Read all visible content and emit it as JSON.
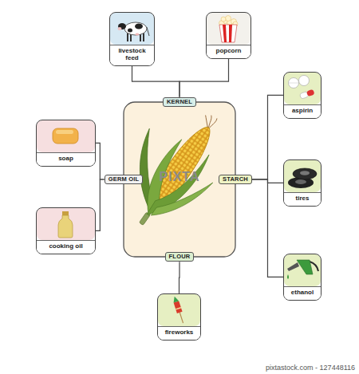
{
  "diagram": {
    "nodes": [
      {
        "text": [
          "livestock feed"
        ]
      },
      {
        "text": [
          "popcorn"
        ]
      },
      {
        "text": [
          "aspirin"
        ]
      },
      {
        "text": [
          "KERNEL"
        ]
      },
      {
        "text": [
          "soap"
        ]
      },
      {
        "text": [
          "tires"
        ]
      },
      {
        "text": [
          "GERM OIL"
        ]
      },
      {
        "text": [
          "STARCH"
        ]
      },
      {
        "text": [
          "cooking oil"
        ]
      },
      {
        "text": [
          "FLOUR"
        ]
      },
      {
        "text": [
          "ethanol"
        ]
      },
      {
        "text": [
          "fireworks"
        ]
      }
    ],
    "edges": [
      {
        "from": 3,
        "to": 0,
        "arrow": "none"
      },
      {
        "from": 3,
        "to": 1,
        "arrow": "none"
      },
      {
        "from": 6,
        "to": 4,
        "arrow": "none"
      },
      {
        "from": 6,
        "to": 8,
        "arrow": "none"
      },
      {
        "from": 7,
        "to": 2,
        "arrow": "none"
      },
      {
        "from": 7,
        "to": 5,
        "arrow": "none"
      },
      {
        "from": 7,
        "to": 10,
        "arrow": "none"
      },
      {
        "from": 9,
        "to": 11,
        "arrow": "none"
      }
    ],
    "labels": [
      "PIXTA",
      "pixtastock.com - 127448116"
    ]
  }
}
